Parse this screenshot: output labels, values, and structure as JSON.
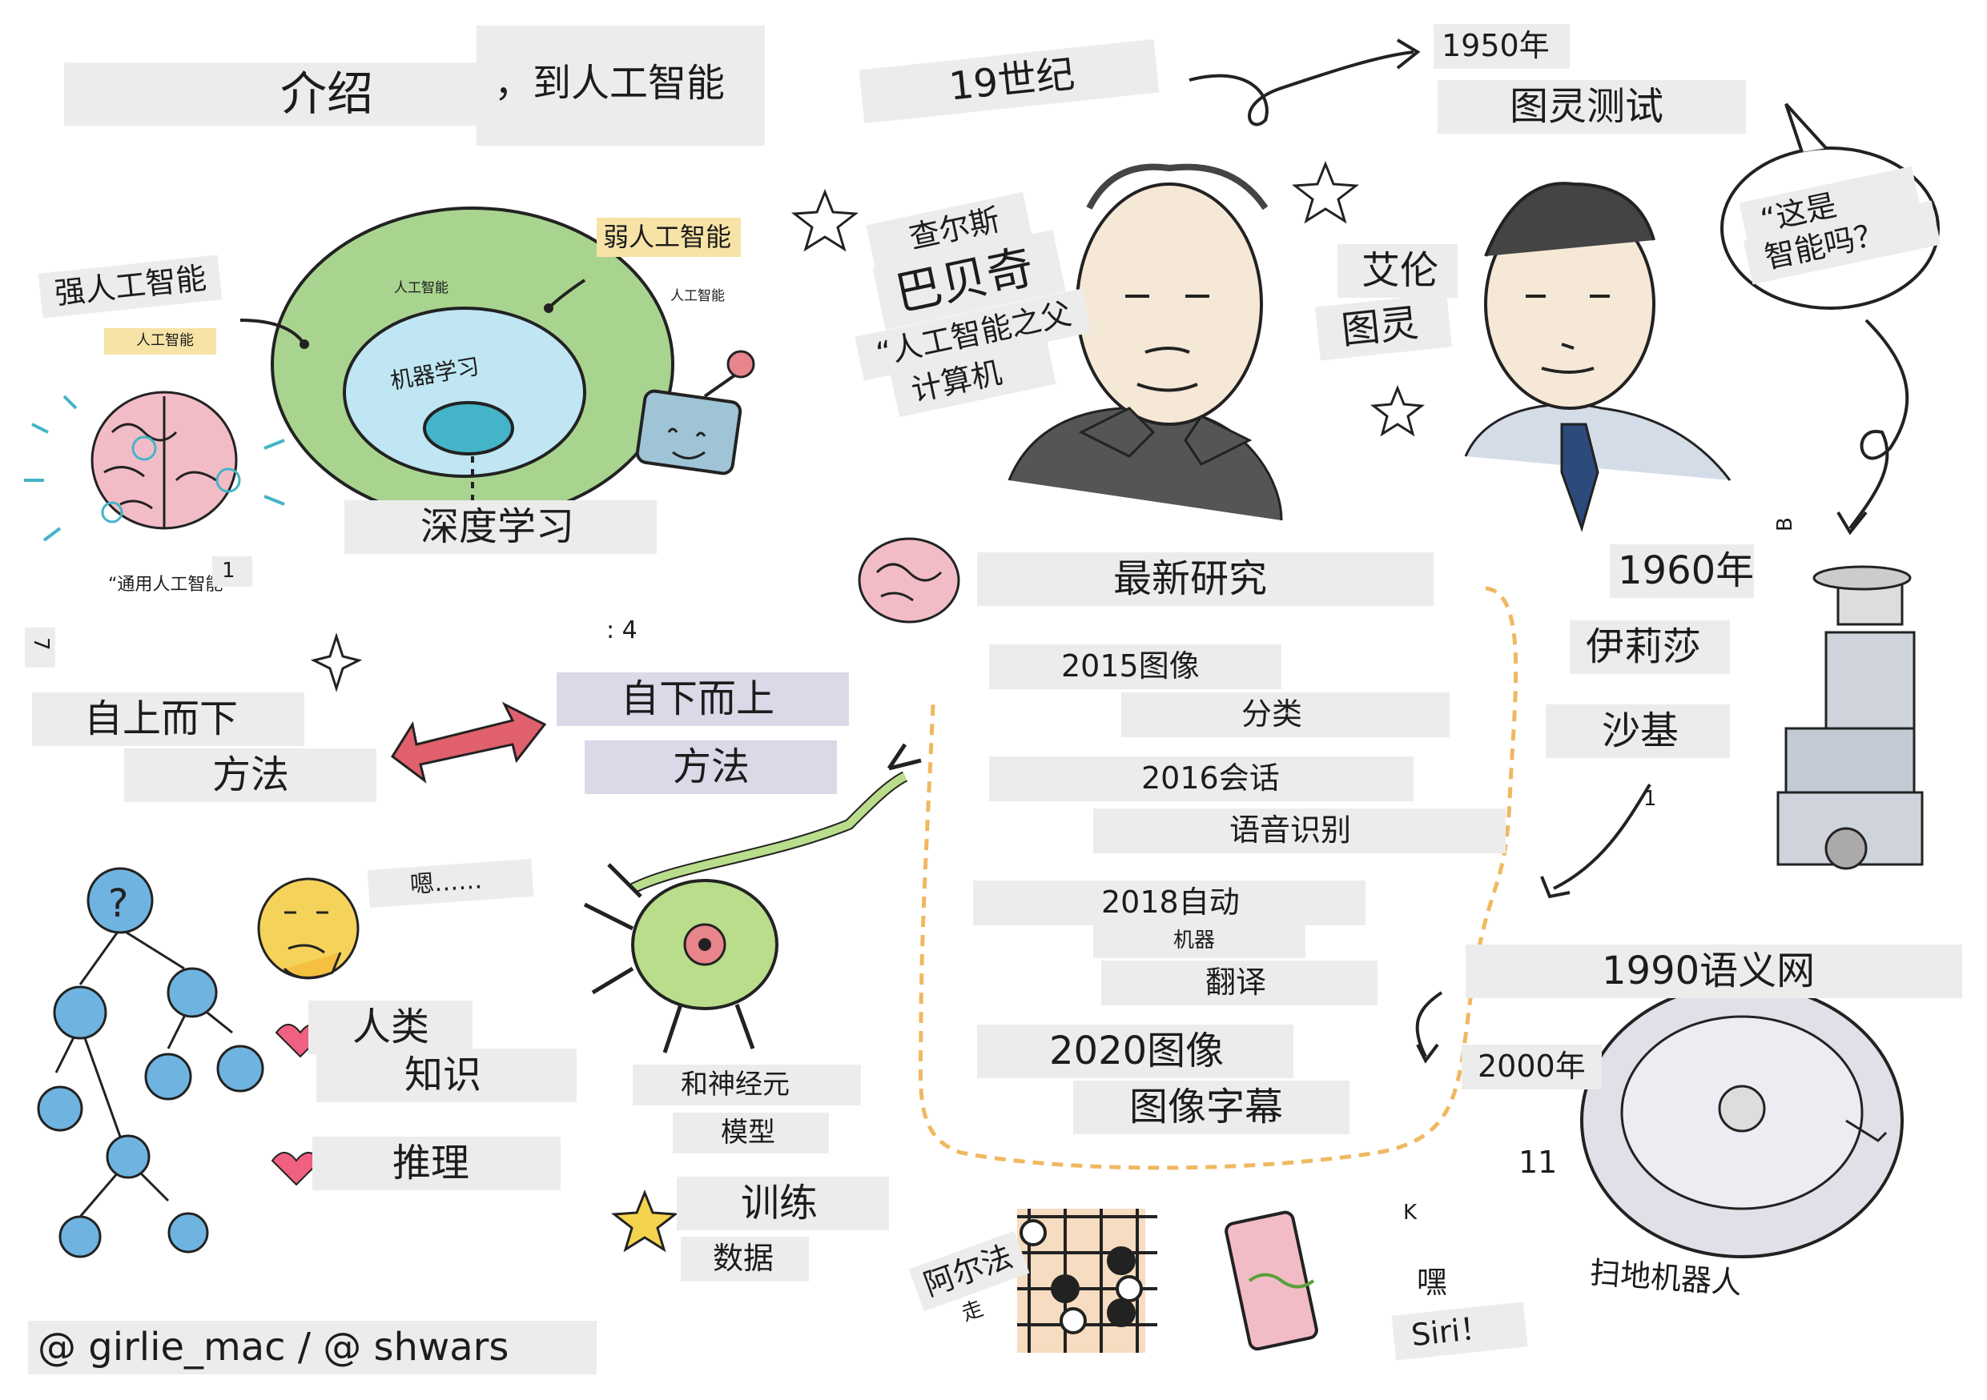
{
  "title": {
    "part1": "介绍",
    "part2": "，到人工智能"
  },
  "credit": "@ girlie_mac / @ shwars",
  "timeline": {
    "c19": "19世纪",
    "y1950": "1950年",
    "turing_test": "图灵测试",
    "turing_quote_1": "“这是",
    "turing_quote_2": "智能吗？",
    "babbage_1": "查尔斯",
    "babbage_2": "巴贝奇",
    "babbage_3": "“人工智能之父",
    "babbage_4": "计算机",
    "turing_1": "艾伦",
    "turing_2": "图灵",
    "y1960": "1960年",
    "eliza_1": "伊莉莎",
    "shakey": "沙基",
    "y1990": "1990语义网",
    "y2000": "2000年",
    "roomba": "扫地机器人",
    "alphago_1": "阿尔法",
    "alphago_2": "走",
    "siri_1": "嘿",
    "siri_2": "Siri！",
    "num_11": "11",
    "letter_k": "K",
    "letter_b": "B",
    "num_1": "1"
  },
  "research": {
    "heading": "最新研究",
    "r2015a": "2015图像",
    "r2015b": "分类",
    "r2016a": "2016会话",
    "r2016b": "语音识别",
    "r2018a": "2018自动",
    "r2018b": "机器",
    "r2018c": "翻译",
    "r2020a": "2020图像",
    "r2020b": "图像字幕"
  },
  "ai_types": {
    "strong_ai": "强人工智能",
    "strong_ai_sub": "人工智能",
    "weak_ai": "弱人工智能",
    "weak_ai_sub": "人工智能",
    "outer": "人工智能",
    "ml": "机器学习",
    "dl": "深度学习",
    "agi": "“通用人工智能",
    "agi_num": "1"
  },
  "approaches": {
    "top_down_1": "自上而下",
    "top_down_2": "方法",
    "bottom_up_1": "自下而上",
    "bottom_up_2": "方法",
    "hmm": "嗯……",
    "human_1": "人类",
    "human_2": "知识",
    "reasoning": "推理",
    "neuron_1": "和神经元",
    "neuron_2": "模型",
    "train_1": "训练",
    "train_2": "数据",
    "side_7": "7",
    "side_4": ": 4"
  },
  "colors": {
    "green": "#8cc56a",
    "blue": "#7ec7e6",
    "teal": "#44b4c8",
    "pink": "#e8a8b4",
    "yellow": "#f4d34e",
    "orange_dash": "#f0b860",
    "red_arrow": "#e0606e"
  }
}
